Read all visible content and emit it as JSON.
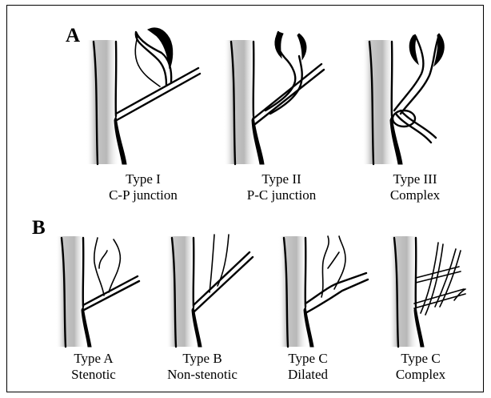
{
  "panel_a": {
    "letter": "A",
    "items": [
      {
        "title": "Type I",
        "subtitle": "C-P junction"
      },
      {
        "title": "Type II",
        "subtitle": "P-C junction"
      },
      {
        "title": "Type III",
        "subtitle": "Complex"
      }
    ]
  },
  "panel_b": {
    "letter": "B",
    "items": [
      {
        "title": "Type A",
        "subtitle": "Stenotic"
      },
      {
        "title": "Type B",
        "subtitle": "Non-stenotic"
      },
      {
        "title": "Type C",
        "subtitle": "Dilated"
      },
      {
        "title": "Type C",
        "subtitle": "Complex"
      }
    ]
  }
}
